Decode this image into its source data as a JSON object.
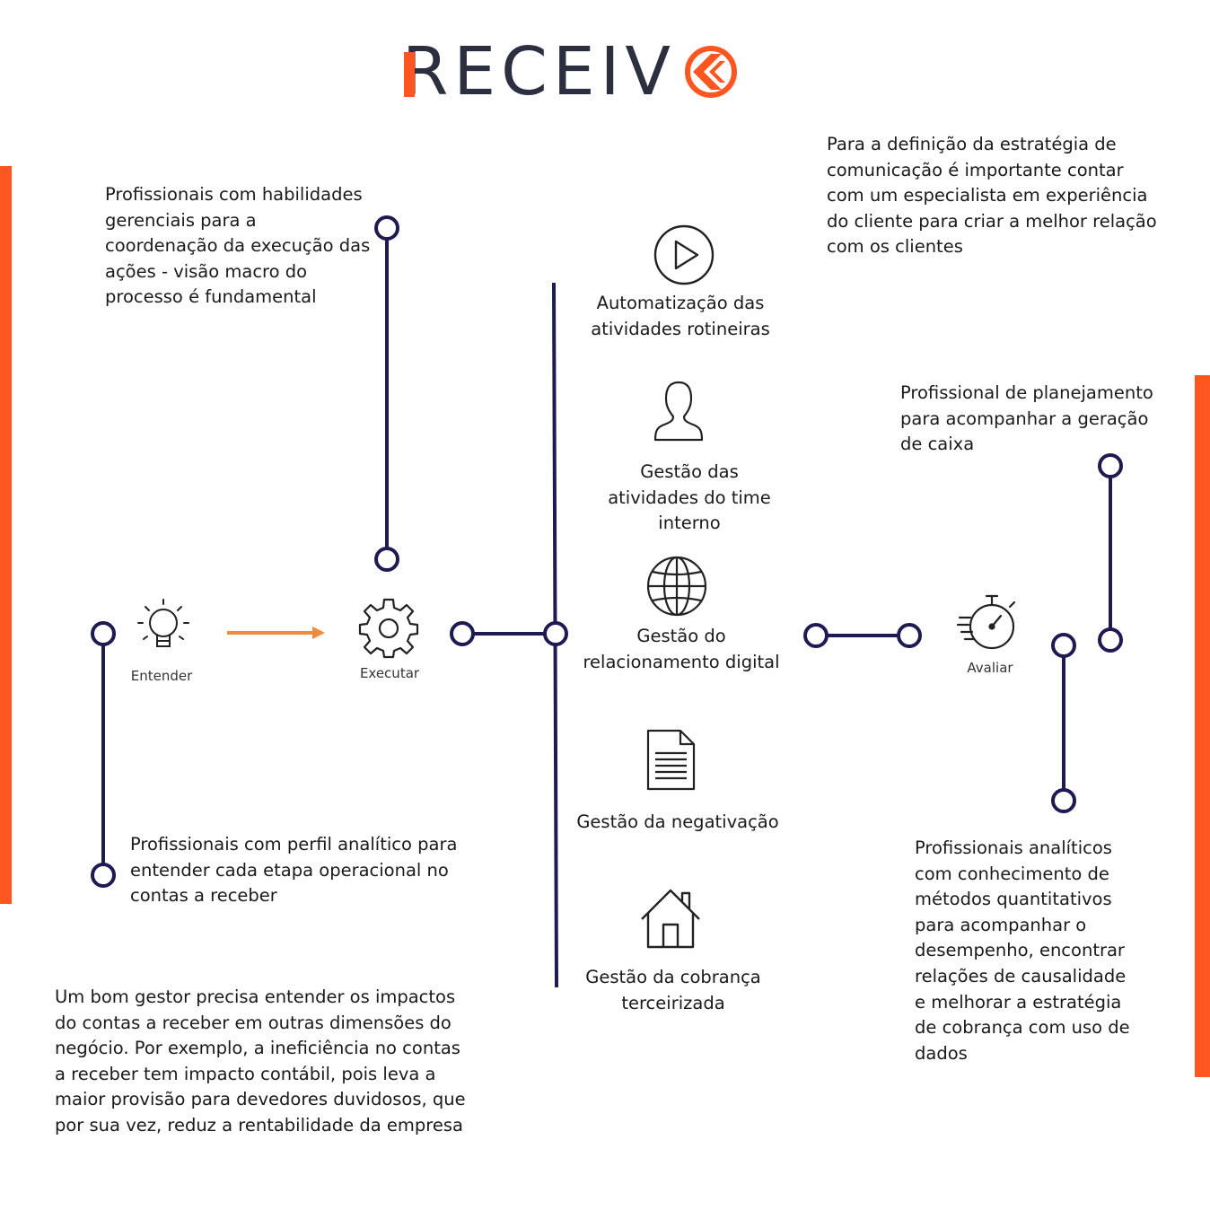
{
  "brand": {
    "name": "RECEIV",
    "accent_color": "#ff5520",
    "dark_color": "#1e1a52"
  },
  "stages": {
    "entender": "Entender",
    "executar": "Executar",
    "avaliar": "Avaliar"
  },
  "notes": {
    "executar_top": "Profissionais com habilidades gerenciais para a coordenação da execução das ações - visão macro do processo é fundamental",
    "entender_bottom": "Profissionais com perfil analítico para entender cada etapa operacional no contas a receber",
    "gestor": "Um bom gestor precisa entender os impactos do contas a receber em outras dimensões do negócio. Por exemplo, a ineficiência no contas a receber tem impacto contábil, pois leva a maior provisão para devedores duvidosos, que por sua vez, reduz a rentabilidade da empresa",
    "comunicacao": "Para a definição da estratégia de comunicação é importante contar com um especialista em experiência do cliente para criar a melhor relação com os clientes",
    "planejamento": "Profissional de planejamento para acompanhar a geração de caixa",
    "analiticos": "Profissionais analíticos com conhecimento de métodos quantitativos para acompanhar o desempenho, encontrar relações de causalidade e melhorar a estratégia de cobrança com uso de dados"
  },
  "activities": [
    {
      "label": "Automatização das atividades rotineiras",
      "icon": "play-circle-icon"
    },
    {
      "label": "Gestão das atividades do time interno",
      "icon": "person-icon"
    },
    {
      "label": "Gestão do relacionamento digital",
      "icon": "globe-icon"
    },
    {
      "label": "Gestão da negativação",
      "icon": "document-icon"
    },
    {
      "label": "Gestão da cobrança terceirizada",
      "icon": "house-icon"
    }
  ]
}
